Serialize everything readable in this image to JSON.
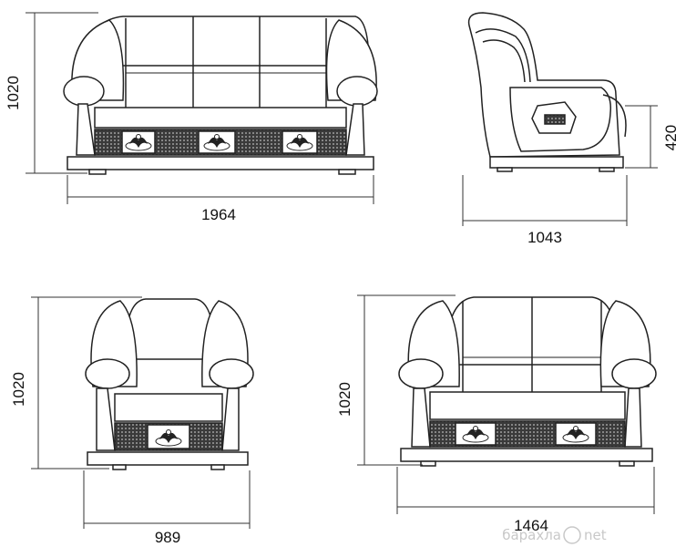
{
  "dimensions": {
    "sofa3_width": "1964",
    "sofa3_height": "1020",
    "side_depth": "1043",
    "side_seat_height": "420",
    "chair_width": "989",
    "chair_height": "1020",
    "sofa2_width": "1464",
    "sofa2_height": "1020"
  },
  "watermark": {
    "text": "барахла",
    "suffix": "net"
  }
}
